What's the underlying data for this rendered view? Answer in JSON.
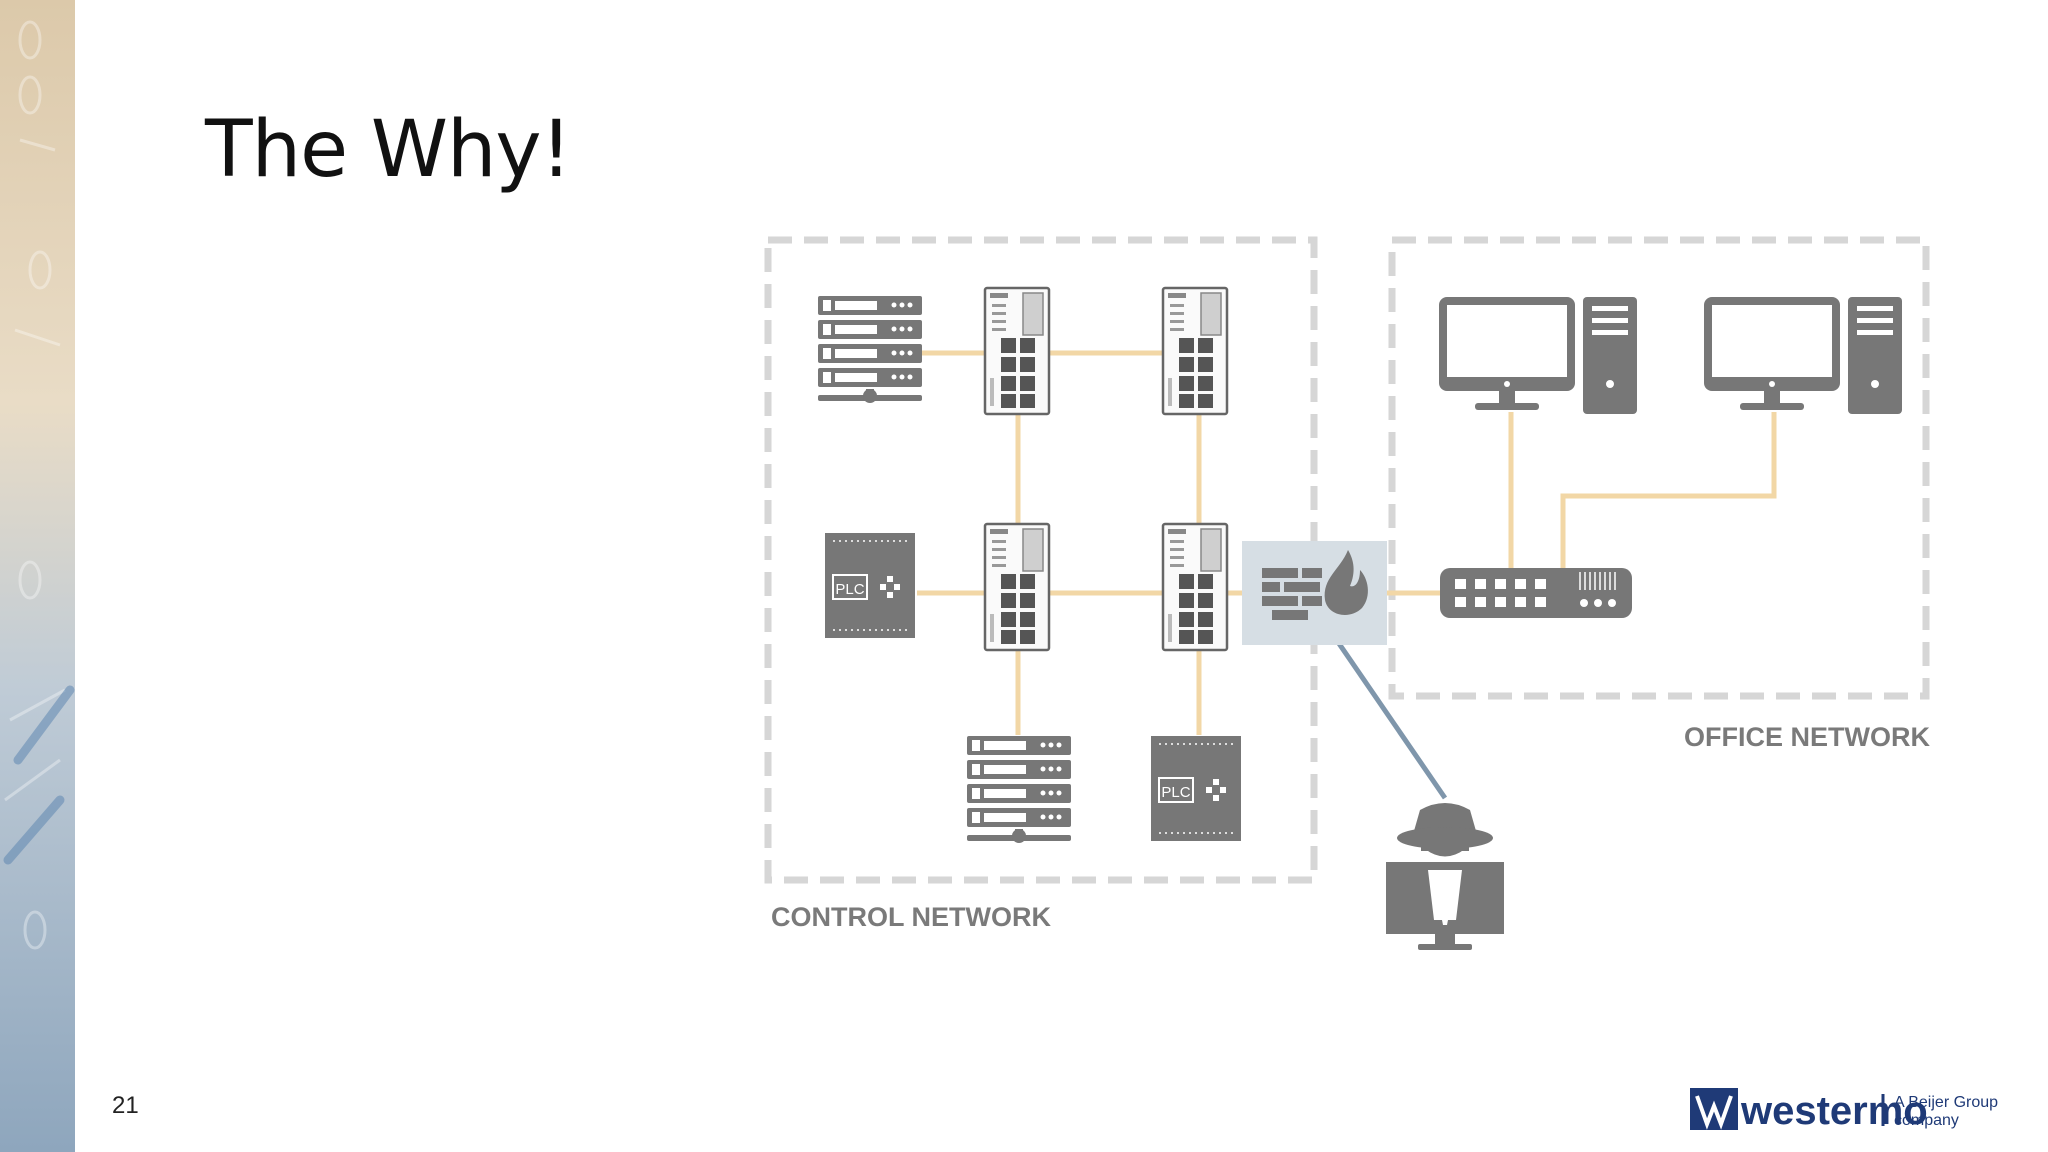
{
  "slide": {
    "title": "The Why!",
    "page_number": "21"
  },
  "diagram": {
    "control_network_label": "CONTROL NETWORK",
    "office_network_label": "OFFICE NETWORK",
    "plc_label_1": "PLC",
    "plc_label_2": "PLC"
  },
  "logo": {
    "wordmark": "westermo",
    "tagline_line1": "A Beijer Group",
    "tagline_line2": "company"
  },
  "colors": {
    "device_gray": "#777777",
    "link_beige": "#f2d7a6",
    "attack_line": "#7f96ab",
    "dashed_border": "#d6d6d6",
    "brand_blue": "#1f3a77"
  }
}
